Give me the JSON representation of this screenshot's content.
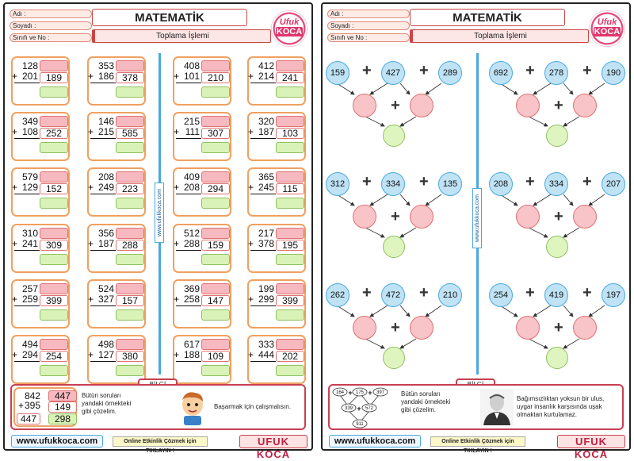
{
  "header": {
    "name_label": "Adı :",
    "surname_label": "Soyadı :",
    "class_label": "Sınıfı ve No :",
    "title": "MATEMATİK",
    "subject": "Toplama İşlemi",
    "logo_top": "Ufuk",
    "logo_bottom": "KOCA"
  },
  "divider": {
    "label": "www.ufukkoca.com"
  },
  "left": {
    "problems": [
      {
        "a": "128",
        "b": "201",
        "c1": "",
        "c2": "189"
      },
      {
        "a": "353",
        "b": "186",
        "c1": "",
        "c2": "378"
      },
      {
        "a": "408",
        "b": "101",
        "c1": "",
        "c2": "210"
      },
      {
        "a": "412",
        "b": "214",
        "c1": "",
        "c2": "241"
      },
      {
        "a": "349",
        "b": "108",
        "c1": "",
        "c2": "252"
      },
      {
        "a": "146",
        "b": "215",
        "c1": "",
        "c2": "585"
      },
      {
        "a": "215",
        "b": "111",
        "c1": "",
        "c2": "307"
      },
      {
        "a": "320",
        "b": "187",
        "c1": "",
        "c2": "103"
      },
      {
        "a": "579",
        "b": "129",
        "c1": "",
        "c2": "152"
      },
      {
        "a": "208",
        "b": "249",
        "c1": "",
        "c2": "223"
      },
      {
        "a": "409",
        "b": "208",
        "c1": "",
        "c2": "294"
      },
      {
        "a": "365",
        "b": "245",
        "c1": "",
        "c2": "115"
      },
      {
        "a": "310",
        "b": "241",
        "c1": "",
        "c2": "309"
      },
      {
        "a": "356",
        "b": "187",
        "c1": "",
        "c2": "288"
      },
      {
        "a": "512",
        "b": "288",
        "c1": "",
        "c2": "159"
      },
      {
        "a": "217",
        "b": "378",
        "c1": "",
        "c2": "195"
      },
      {
        "a": "257",
        "b": "259",
        "c1": "",
        "c2": "399"
      },
      {
        "a": "524",
        "b": "327",
        "c1": "",
        "c2": "157"
      },
      {
        "a": "369",
        "b": "258",
        "c1": "",
        "c2": "147"
      },
      {
        "a": "199",
        "b": "299",
        "c1": "",
        "c2": "399"
      },
      {
        "a": "494",
        "b": "294",
        "c1": "",
        "c2": "254"
      },
      {
        "a": "498",
        "b": "127",
        "c1": "",
        "c2": "380"
      },
      {
        "a": "617",
        "b": "188",
        "c1": "",
        "c2": "109"
      },
      {
        "a": "333",
        "b": "444",
        "c1": "",
        "c2": "202"
      }
    ],
    "info": {
      "tag": "BİLGİ",
      "example_a": "842",
      "example_b": "395",
      "example_sum": "447",
      "example_c1": "447",
      "example_c2": "149",
      "example_c3": "298",
      "plus": "+",
      "text": "Bütün soruları yandaki örnekteki gibi çözelim.",
      "motto": "Başarmak için çalışmalısın."
    }
  },
  "right": {
    "trees": [
      {
        "n1": "159",
        "n2": "427",
        "n3": "289"
      },
      {
        "n1": "692",
        "n2": "278",
        "n3": "190"
      },
      {
        "n1": "312",
        "n2": "334",
        "n3": "135"
      },
      {
        "n1": "208",
        "n2": "334",
        "n3": "207"
      },
      {
        "n1": "262",
        "n2": "472",
        "n3": "210"
      },
      {
        "n1": "254",
        "n2": "419",
        "n3": "197"
      }
    ],
    "plus": "+",
    "info": {
      "tag": "BİLGİ",
      "ex_n1": "164",
      "ex_n2": "175",
      "ex_n3": "397",
      "ex_m1": "339",
      "ex_m2": "572",
      "ex_bottom": "911",
      "text": "Bütün soruları yandaki örnekteki gibi çözelim.",
      "quote": "Bağımsızlıktan yoksun bir ulus, uygar insanlık karşısında uşak olmaktan kurtulamaz."
    }
  },
  "footer": {
    "url": "www.ufukkoca.com",
    "online": "Online Etkinlik Çözmek için TIKLAYIN !",
    "brand": "UFUK KOCA"
  }
}
